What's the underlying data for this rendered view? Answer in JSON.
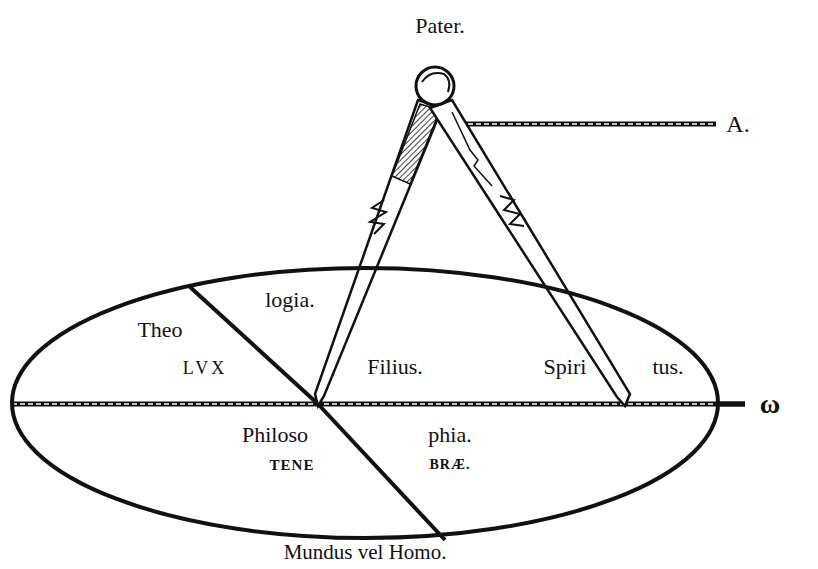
{
  "diagram": {
    "nodes": [
      {
        "text": [
          "Theo",
          "logia.",
          "LVX",
          "Filius.",
          "Spiri",
          "tus.",
          "Philoso",
          "phia.",
          "TENE",
          "BRÆ.",
          "Mundus vel Homo."
        ]
      }
    ],
    "labels": [
      "Pater.",
      "A.",
      "ω"
    ]
  }
}
